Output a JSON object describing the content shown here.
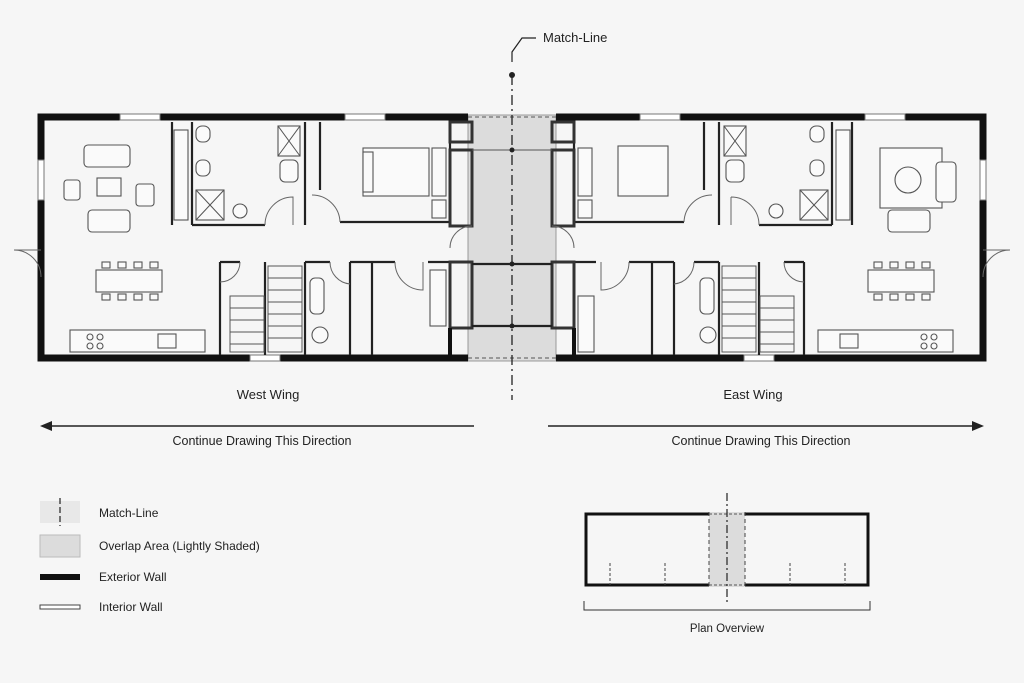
{
  "diagram": {
    "match_line_label": "Match-Line",
    "west_label": "West Wing",
    "east_label": "East Wing",
    "west_arrow_label": "Continue Drawing This Direction",
    "east_arrow_label": "Continue Drawing This Direction",
    "overview_label": "Plan Overview"
  },
  "legend": {
    "items": [
      {
        "key": "match-line",
        "label": "Match-Line"
      },
      {
        "key": "overlap",
        "label": "Overlap Area (Lightly Shaded)"
      },
      {
        "key": "exterior",
        "label": "Exterior Wall"
      },
      {
        "key": "interior",
        "label": "Interior Wall"
      }
    ]
  },
  "colors": {
    "overlap_fill": "#dcdcdc",
    "wall": "#111111",
    "background": "#f6f6f6"
  }
}
